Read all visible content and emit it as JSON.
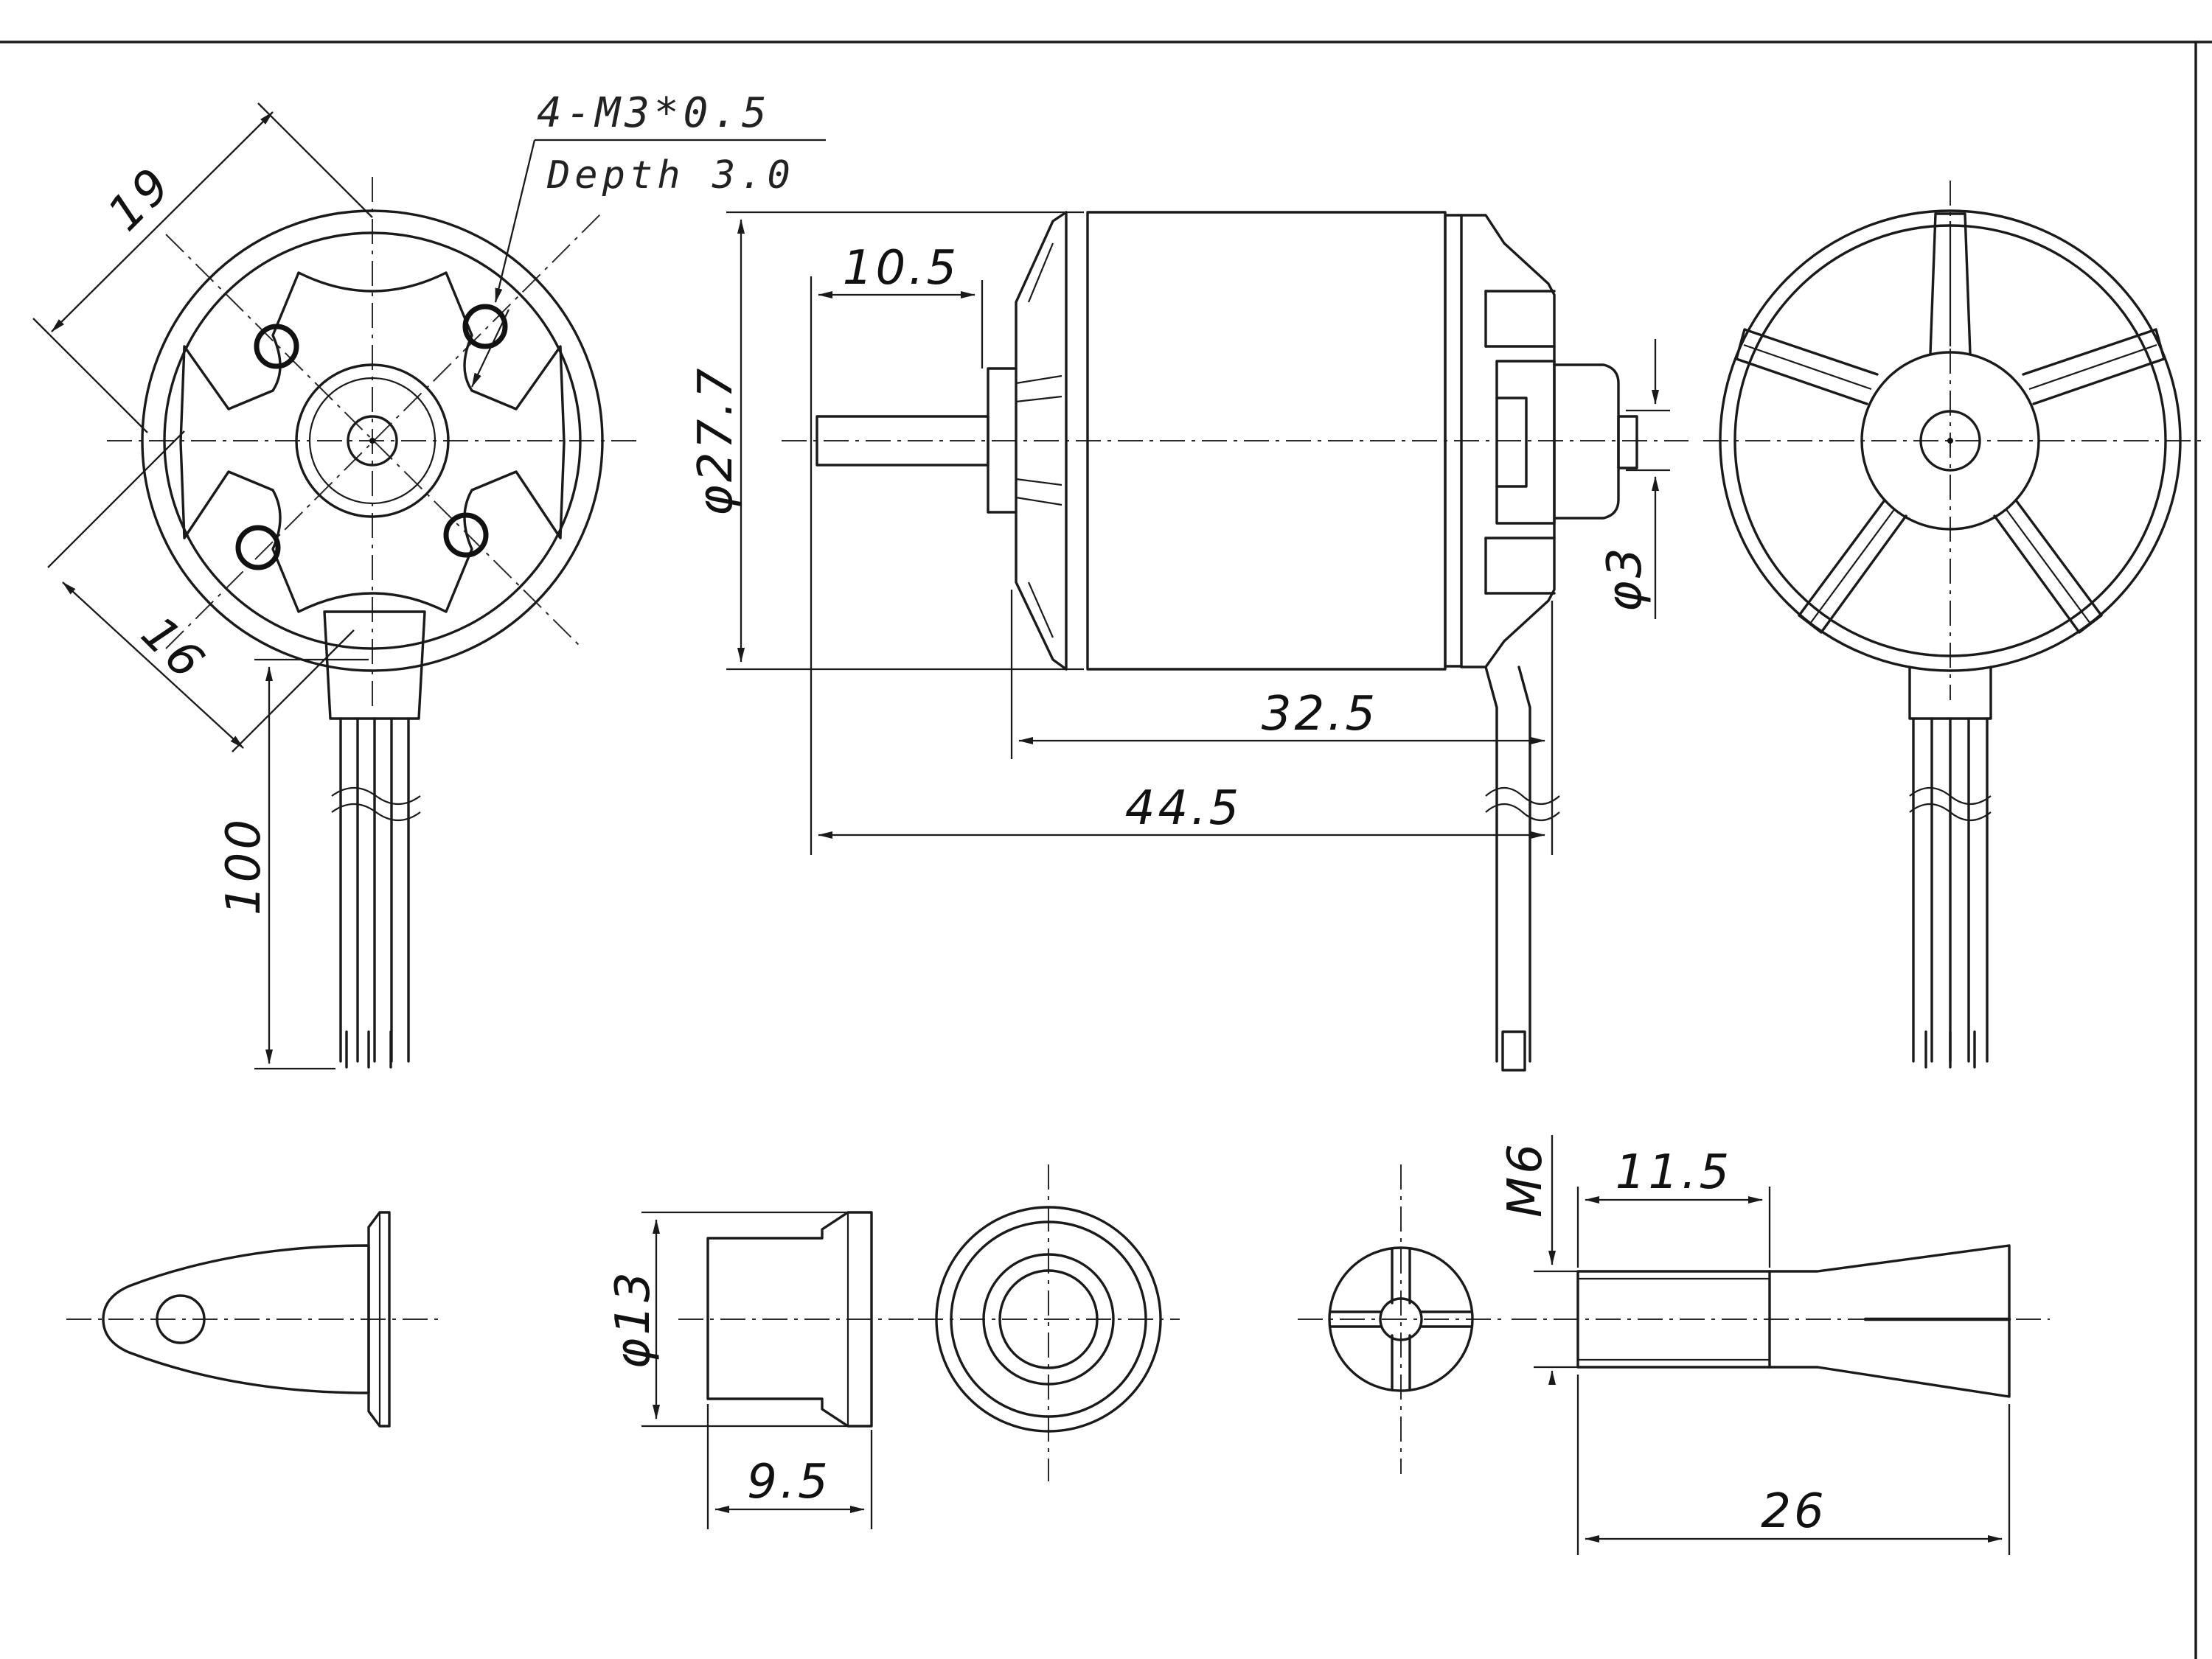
{
  "mounting_note": {
    "thread": "4-M3*0.5",
    "depth": "Depth 3.0"
  },
  "front_view": {
    "dim_bolt_circle_a": "19",
    "dim_bolt_circle_b": "16",
    "dim_lead_length": "100"
  },
  "side_view": {
    "dim_shaft_length": "10.5",
    "dim_diameter": "φ27.7",
    "dim_shaft_diameter": "φ3",
    "dim_body_length": "32.5",
    "dim_total_length": "44.5"
  },
  "accessories": {
    "dim_mount_diameter": "φ13",
    "dim_mount_length": "9.5",
    "dim_thread": "M6",
    "dim_collet_thread_length": "11.5",
    "dim_collet_length": "26"
  }
}
